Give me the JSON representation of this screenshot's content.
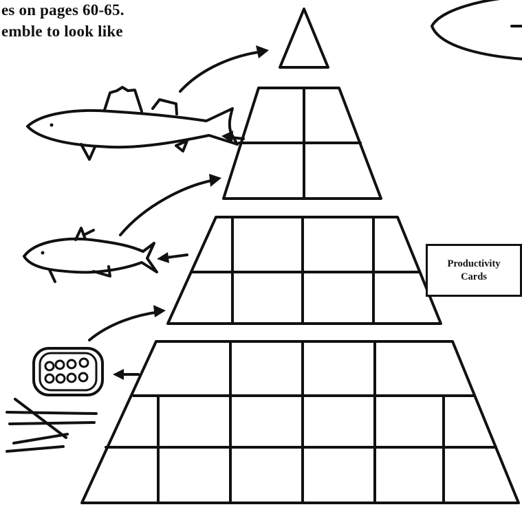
{
  "caption": {
    "line1": "es on pages 60-65.",
    "line2": "emble to look like"
  },
  "productivity_card": {
    "line1": "Productivity",
    "line2": "Cards"
  }
}
